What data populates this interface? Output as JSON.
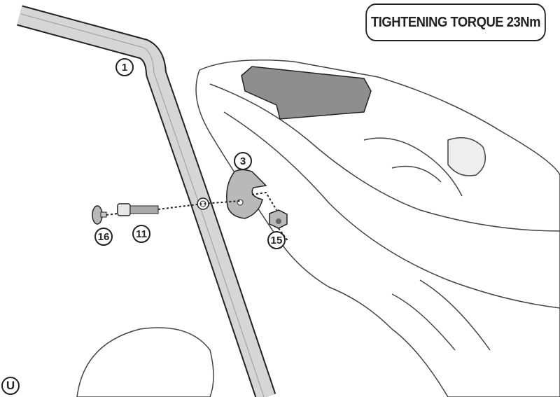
{
  "torque_label": "TIGHTENING TORQUE 23Nm",
  "parts": [
    {
      "id": "1",
      "label": "1"
    },
    {
      "id": "3",
      "label": "3"
    },
    {
      "id": "16",
      "label": "16"
    },
    {
      "id": "11",
      "label": "11"
    },
    {
      "id": "15",
      "label": "15"
    }
  ],
  "view_marker": "U",
  "colors": {
    "line": "#222222",
    "part_fill": "#b9b9b9",
    "plate_fill": "#8e8e8e",
    "bar_fill": "#d6d6d6"
  }
}
